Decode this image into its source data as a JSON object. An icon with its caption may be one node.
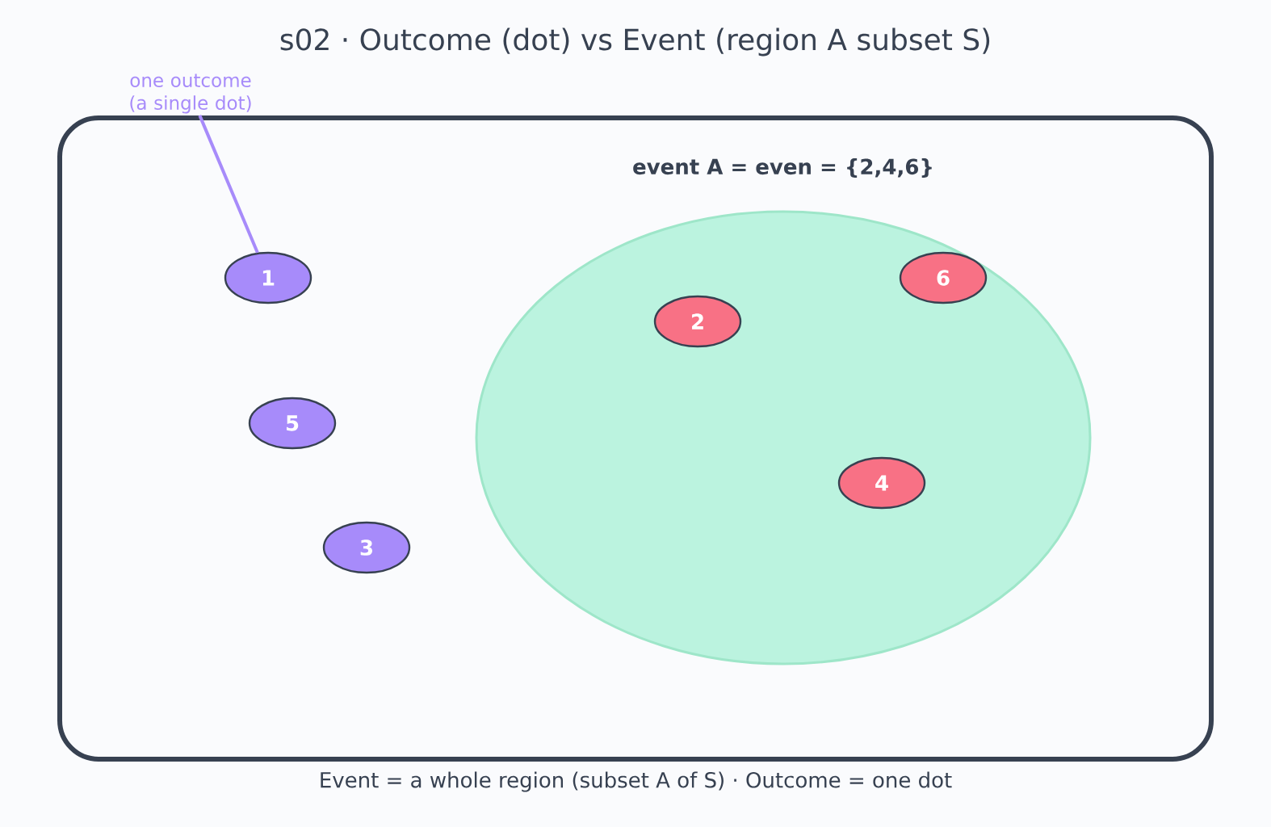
{
  "diagram": {
    "title": "s02 · Outcome (dot) vs Event (region A subset S)",
    "caption": "Event = a whole region (subset A of S)  ·  Outcome = one dot",
    "nodes": [
      {
        "text": [],
        "shape": "box"
      },
      {
        "text": [
          "event A = even = {2,4,6}"
        ],
        "in": 0
      },
      {
        "text": [
          "one outcome (a single dot)"
        ]
      },
      {
        "text": [
          "1"
        ],
        "in": 0
      },
      {
        "text": [
          "5"
        ],
        "in": 0
      },
      {
        "text": [
          "3"
        ],
        "in": 0
      },
      {
        "text": [
          "2"
        ],
        "in": 1
      },
      {
        "text": [
          "6"
        ],
        "in": 1
      },
      {
        "text": [
          "4"
        ],
        "in": 1
      }
    ],
    "edges": [
      {
        "from": 2,
        "to": 3,
        "arrow": "none"
      }
    ]
  }
}
